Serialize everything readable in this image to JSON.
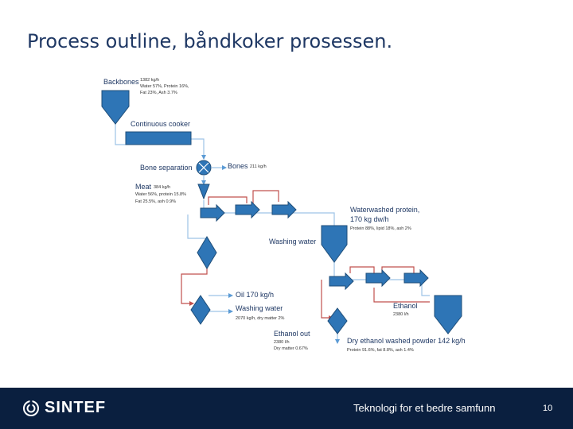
{
  "slide": {
    "title": "Process outline, båndkoker prosessen."
  },
  "diagram": {
    "backbones": {
      "label": "Backbones",
      "rate": "1382 kg/h",
      "comp1": "Water 57%, Protein 16%,",
      "comp2": "Fat 23%, Ash 3.7%"
    },
    "cooker": {
      "label": "Continuous cooker"
    },
    "bone_separation": {
      "label": "Bone separation"
    },
    "bones": {
      "label": "Bones",
      "rate": "211 kg/h"
    },
    "meat": {
      "label": "Meat",
      "rate": "384 kg/h",
      "comp1": "Water 56%, protein 15.8%",
      "comp2": "Fat 25.5%, ash 0.9%"
    },
    "waterwashed": {
      "line1": "Waterwashed protein,",
      "line2": "170 kg dw/h",
      "comp": "Protein 88%, lipid 18%, ash 2%"
    },
    "washing_water_1": {
      "label": "Washing water"
    },
    "oil": {
      "label": "Oil 170 kg/h"
    },
    "washing_water_2": {
      "label": "Washing water",
      "comp": "2070 kg/h, dry matter 2%"
    },
    "ethanol": {
      "label": "Ethanol",
      "rate": "2380 l/h"
    },
    "ethanol_out": {
      "label": "Ethanol out",
      "rate": "2380 l/h",
      "comp": "Dry matter 0.67%"
    },
    "dry_powder": {
      "label": "Dry ethanol washed powder 142 kg/h",
      "comp": "Protein 91.6%, fat 8.8%, ash 1.4%"
    }
  },
  "colors": {
    "unit_fill": "#2e75b6",
    "unit_stroke": "#1f4e79",
    "water_line": "#9dc3e6",
    "red_line": "#c0504d",
    "footer_bg": "#0a1f3f"
  },
  "footer": {
    "logo_text": "SINTEF",
    "tagline": "Teknologi for et bedre samfunn",
    "page_number": "10"
  }
}
